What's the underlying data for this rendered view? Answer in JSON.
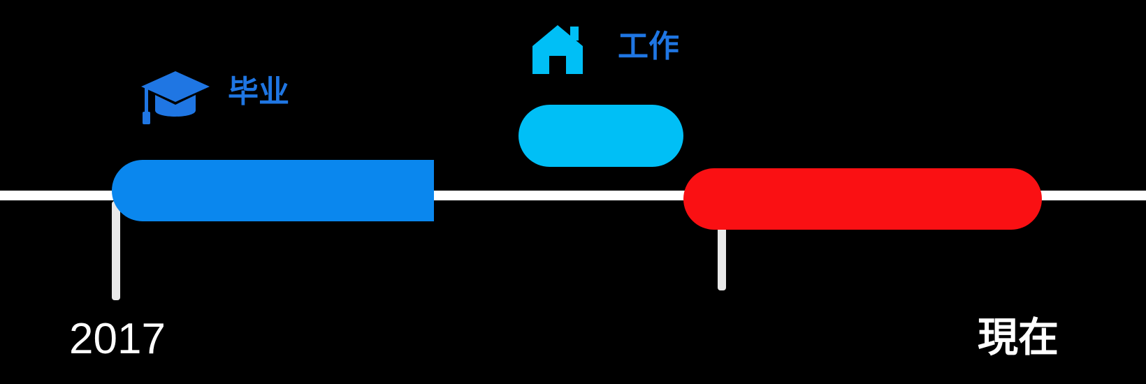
{
  "timeline": {
    "events": [
      {
        "label": "毕业",
        "icon": "graduation-cap-icon",
        "color": "#0a87ee"
      },
      {
        "label": "工作",
        "icon": "home-icon",
        "color": "#00bff6"
      },
      {
        "label": "",
        "color": "#fa1013"
      }
    ],
    "start_label": "2017",
    "end_label": "現在"
  }
}
